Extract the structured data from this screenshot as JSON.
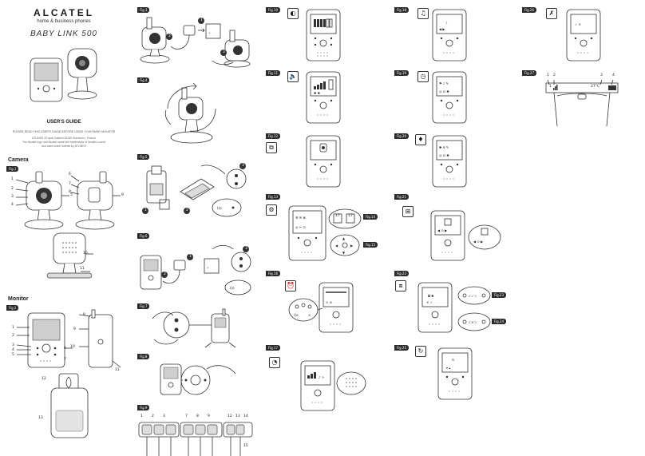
{
  "brand": {
    "name": "ALCATEL",
    "tagline": "home & business phones",
    "product": "BABY LINK 500"
  },
  "cover": {
    "title": "USER'S GUIDE",
    "instruction": "PLEASE READ THIS USER'S GUIDE BEFORE USING YOUR BABY MONITOR",
    "address_1": "ATLINKS 22 quai Gallieni 92150 Suresnes - France",
    "address_2": "The Alcatel logo and Alcatel name are trademarks of Alcatel-Lucent",
    "address_3": "and used under license by ATLINKS"
  },
  "sections": {
    "camera": "Camera",
    "monitor": "Monitor"
  },
  "figures": {
    "fig1": "Fig.1",
    "fig2": "Fig.2",
    "fig3": "Fig.3",
    "fig4": "Fig.4",
    "fig5": "Fig.5",
    "fig6": "Fig.6",
    "fig7": "Fig.7",
    "fig8": "Fig.8",
    "fig9": "Fig.9",
    "fig10": "Fig.10",
    "fig11": "Fig.11",
    "fig12": "Fig.12",
    "fig13": "Fig.13",
    "fig14": "Fig.14",
    "fig15": "Fig.15",
    "fig16": "Fig.16",
    "fig17": "Fig.17",
    "fig18": "Fig.18",
    "fig19": "Fig.19",
    "fig20": "Fig.20",
    "fig21": "Fig.21",
    "fig22": "Fig.22",
    "fig23": "Fig.23",
    "fig24": "Fig.24",
    "fig25": "Fig.25",
    "fig26": "Fig.26",
    "fig27": "Fig.27"
  },
  "callouts": {
    "camera": [
      "1",
      "2",
      "3",
      "4",
      "5",
      "6",
      "7",
      "8",
      "9",
      "10",
      "11"
    ],
    "monitor": [
      "1",
      "2",
      "3",
      "4",
      "5",
      "6",
      "7",
      "8",
      "9",
      "10",
      "11",
      "12",
      "13"
    ],
    "fig3_steps": [
      "1",
      "2",
      "3"
    ],
    "fig5_steps": [
      "1",
      "2",
      "3"
    ],
    "fig6_steps": [
      "1",
      "2",
      "3"
    ],
    "fig9_top": [
      "1",
      "2",
      "3",
      "7",
      "8",
      "9",
      "12",
      "13",
      "14"
    ],
    "fig9_bottom": "15",
    "fig27": [
      "1",
      "2",
      "3",
      "4"
    ]
  },
  "screen_text": {
    "fig14_value": "17",
    "fig27_temp": "27°C"
  }
}
